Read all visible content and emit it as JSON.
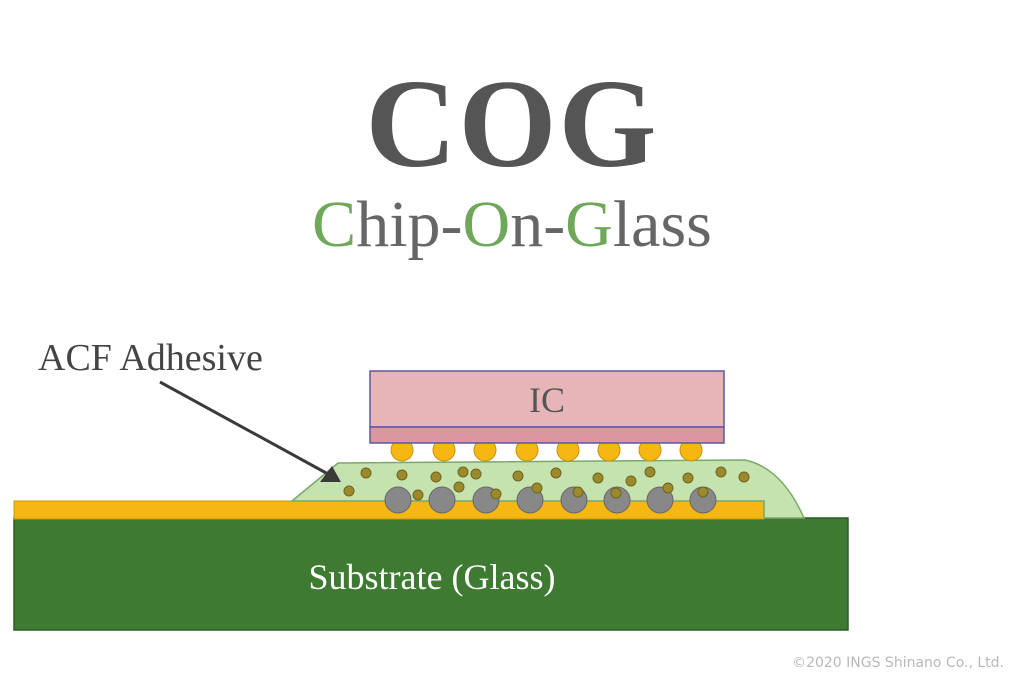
{
  "title": "COG",
  "subtitle": {
    "parts": [
      {
        "text": "C",
        "accent": true
      },
      {
        "text": "hip-",
        "accent": false
      },
      {
        "text": "O",
        "accent": true
      },
      {
        "text": "n-",
        "accent": false
      },
      {
        "text": "G",
        "accent": true
      },
      {
        "text": "lass",
        "accent": false
      }
    ]
  },
  "labels": {
    "acf": "ACF Adhesive",
    "ic": "IC",
    "substrate": "Substrate (Glass)"
  },
  "copyright": "©2020 INGS Shinano Co., Ltd.",
  "colors": {
    "accent": "#70a85a",
    "substrate": "#3f7a32",
    "electrode": "#f6b712",
    "ic": "#e7b5b8",
    "acf": "#c5e3ae",
    "bump": "#f6b712",
    "conductive_particle": "#9a8a2c",
    "pad": "#888888"
  }
}
